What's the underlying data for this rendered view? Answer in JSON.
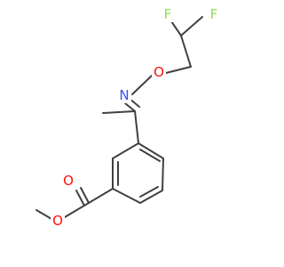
{
  "molecule": {
    "atoms": {
      "f_left": {
        "label": "F",
        "color": "#90e050"
      },
      "f_right": {
        "label": "F",
        "color": "#90e050"
      },
      "oxime_o": {
        "label": "O",
        "color": "#ff0d0d"
      },
      "oxime_n": {
        "label": "N",
        "color": "#3050f8"
      },
      "carbonyl_o": {
        "label": "O",
        "color": "#ff0d0d"
      },
      "ester_o": {
        "label": "O",
        "color": "#ff0d0d"
      }
    },
    "bond_color": "#404040",
    "background": "#ffffff"
  }
}
